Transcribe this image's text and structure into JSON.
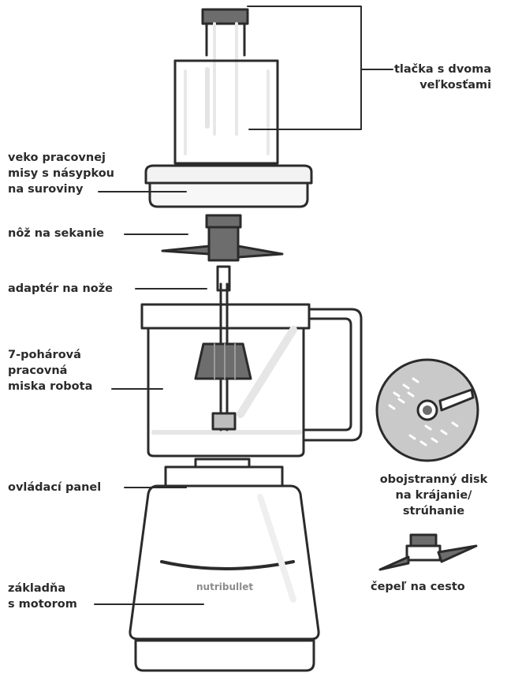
{
  "labels": {
    "pusher": "tlačka s dvoma\nveľkosťami",
    "lid": "veko pracovnej\nmisy s násypkou\nna suroviny",
    "chopping_blade": "nôž na sekanie",
    "blade_adapter": "adaptér na nože",
    "bowl": "7-pohárová\npracovná\nmiska robota",
    "reversible_disc": "obojstranný disk\nna krájanie/\nstrúhanie",
    "control_panel": "ovládací panel",
    "dough_blade": "čepeľ na cesto",
    "motor_base": "základňa\ns motorom"
  },
  "brand": "nutribullet",
  "colors": {
    "outline": "#2b2b2b",
    "dark_part": "#6d6d6d",
    "light_fill": "#efefef",
    "disc_fill": "#c9c9c9"
  }
}
